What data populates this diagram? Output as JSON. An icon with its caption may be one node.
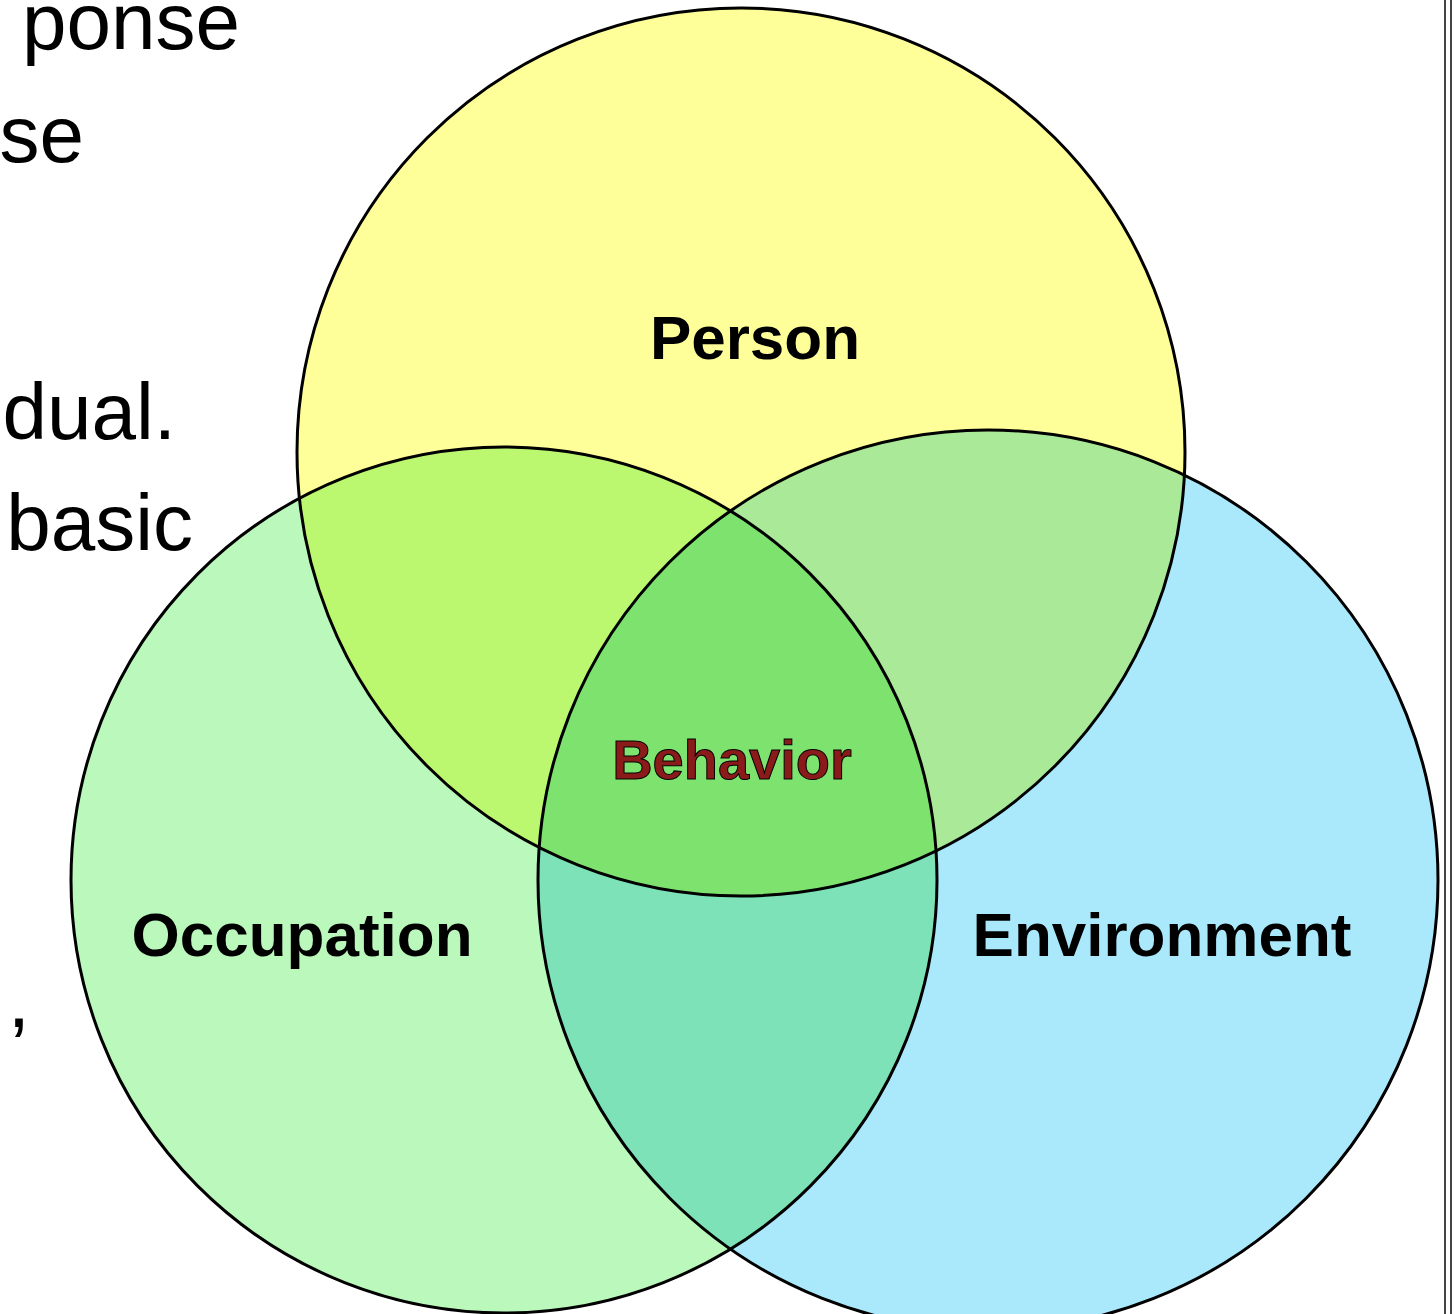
{
  "diagram": {
    "nodes": [
      {
        "text": [
          "Person"
        ]
      },
      {
        "text": [
          "Occupation"
        ]
      },
      {
        "text": [
          "Environment"
        ]
      }
    ],
    "labels": [
      "ponse",
      "se",
      "dual.",
      "basic",
      ",",
      "Behavior"
    ]
  }
}
